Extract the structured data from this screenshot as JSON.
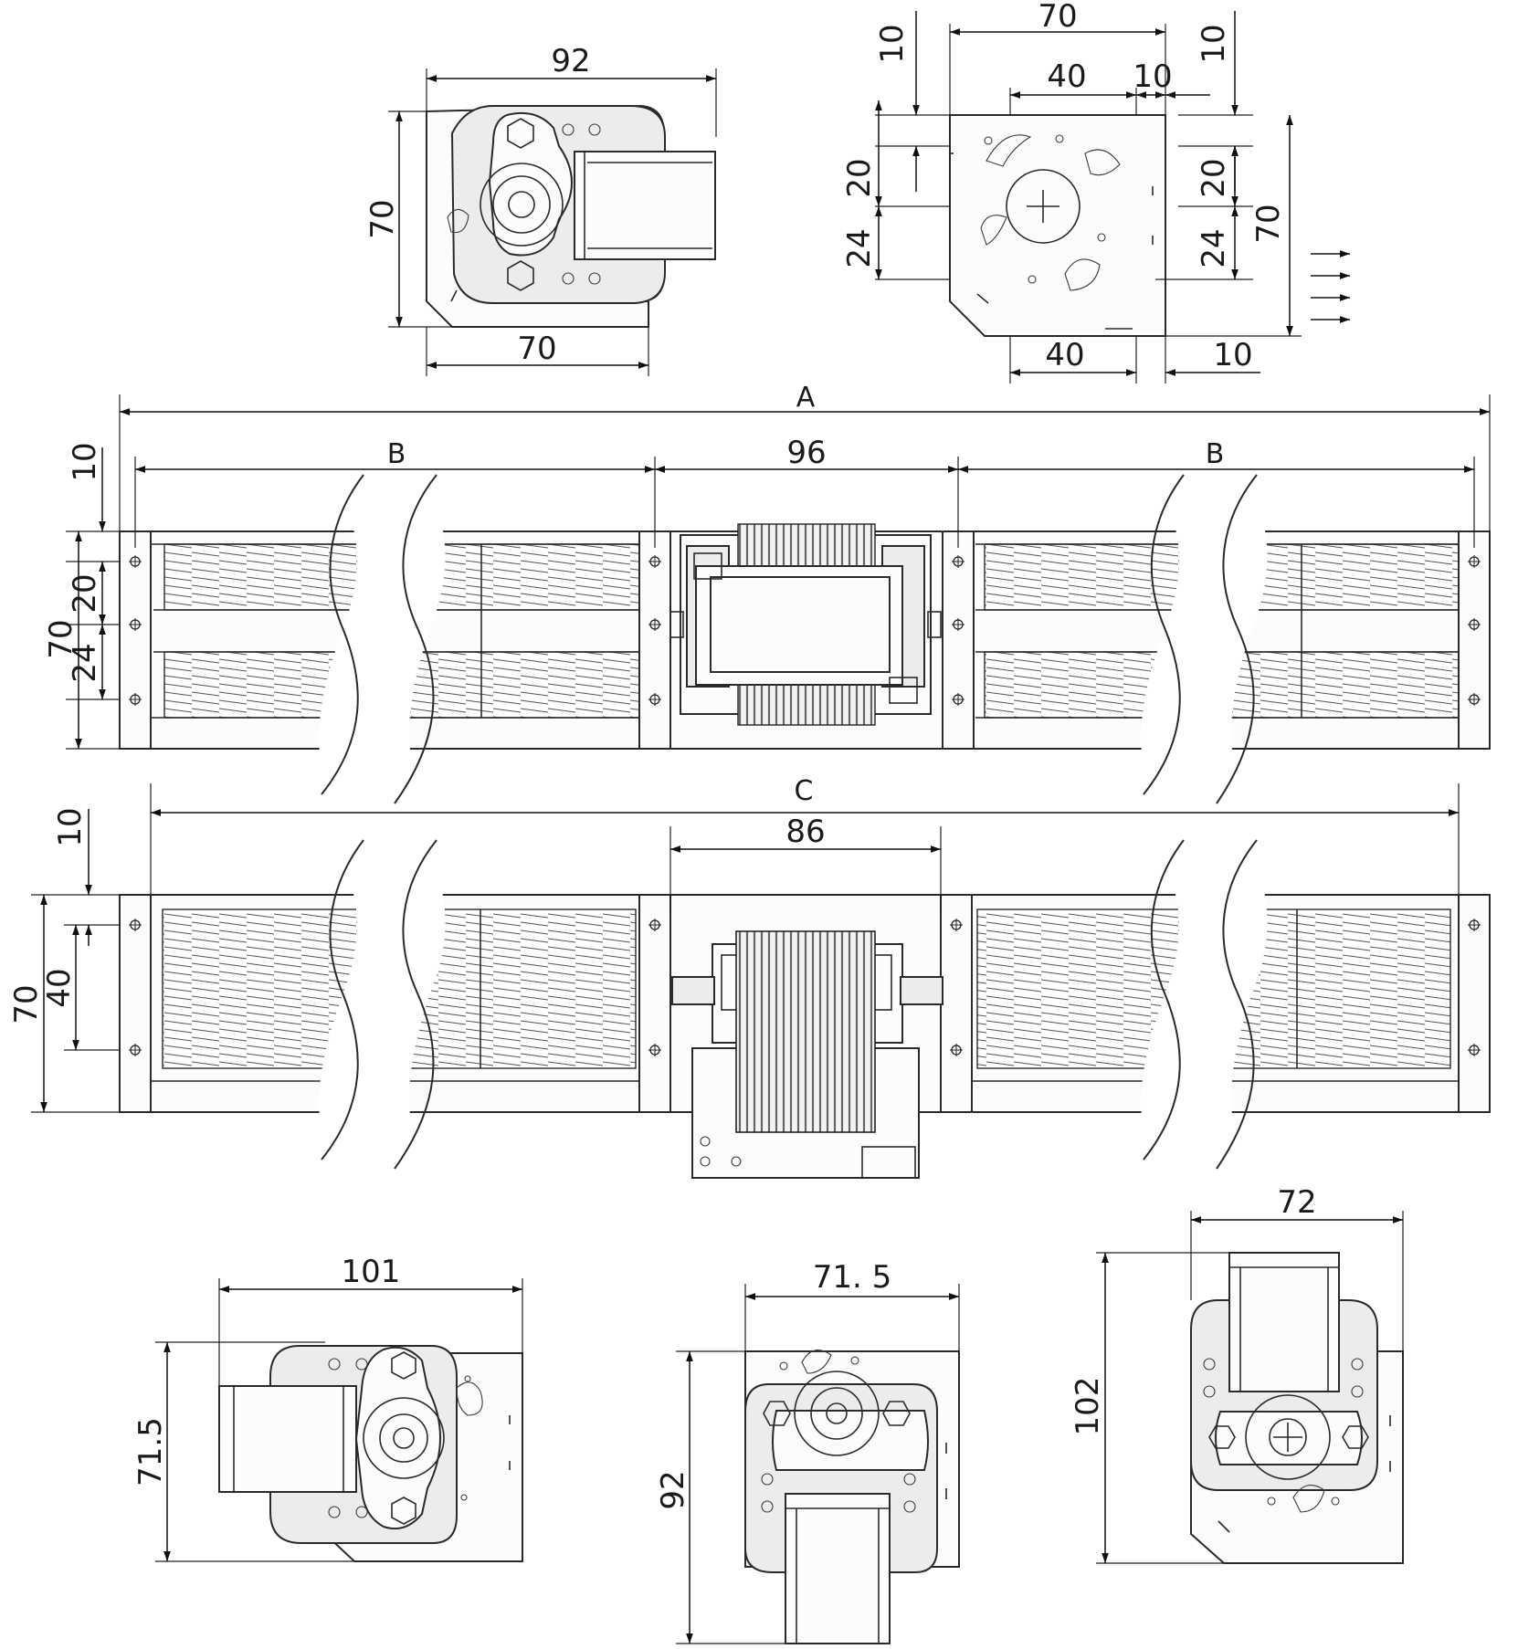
{
  "views": {
    "top_left": {
      "width": "92",
      "height": "70",
      "bottom": "70"
    },
    "top_right": {
      "top": "70",
      "inner": "40",
      "edge": "10",
      "left_top": "10",
      "left_mid": "20",
      "left_low": "24",
      "right_top": "10",
      "right_mid": "20",
      "right_low": "24",
      "right_height": "70",
      "bottom_inner": "40",
      "bottom_edge": "10"
    },
    "double_blower": {
      "overall": "A",
      "left_span": "B",
      "center": "96",
      "right_span": "B",
      "left_top": "10",
      "left_mid": "20",
      "left_low": "24",
      "left_height": "70"
    },
    "single_blower": {
      "overall": "C",
      "center": "86",
      "left_top": "10",
      "left_inner": "40",
      "left_height": "70"
    },
    "bottom_left": {
      "width": "101",
      "height": "71.5"
    },
    "bottom_mid": {
      "width": "71.5",
      "height": "92"
    },
    "bottom_right": {
      "width": "72",
      "height": "102"
    }
  }
}
